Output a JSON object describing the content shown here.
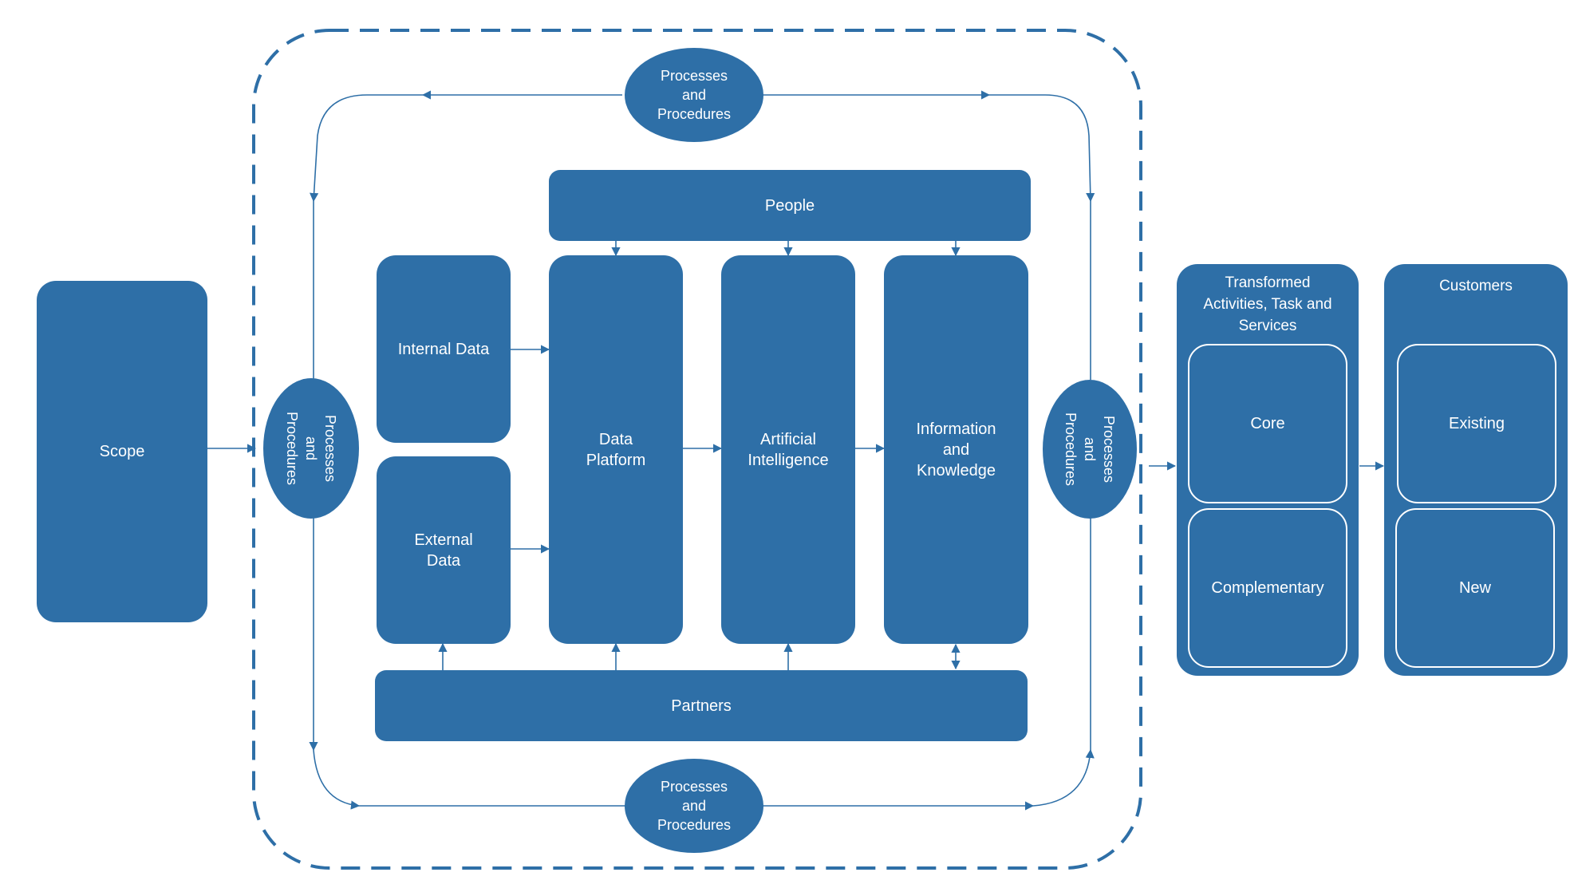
{
  "nodes": {
    "scope": "Scope",
    "internal_data": "Internal Data",
    "external_data": "External\nData",
    "people": "People",
    "data_platform": "Data\nPlatform",
    "artificial_intelligence": "Artificial\nIntelligence",
    "information_knowledge": "Information\nand\nKnowledge",
    "partners": "Partners",
    "proc_top": "Processes\nand\nProcedures",
    "proc_bottom": "Processes\nand\nProcedures",
    "proc_left": "Processes\nand\nProcedures",
    "proc_right": "Processes\nand\nProcedures"
  },
  "transformed": {
    "title": "Transformed\nActivities, Task and\nServices",
    "core": "Core",
    "complementary": "Complementary"
  },
  "customers": {
    "title": "Customers",
    "existing": "Existing",
    "new": "New"
  },
  "colors": {
    "fill": "#2e6fa7",
    "line": "#2e6fa7"
  }
}
